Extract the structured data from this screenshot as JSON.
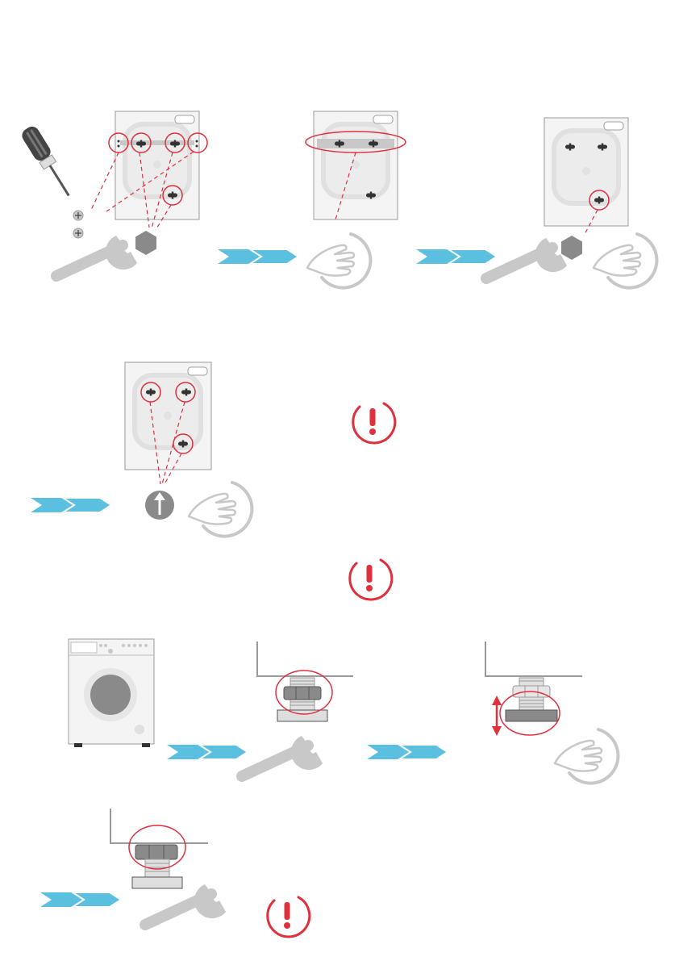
{
  "page": {
    "background": "#ffffff"
  },
  "colors": {
    "highlight_red": "#e0303d",
    "arrow_blue": "#5bbfe0",
    "arrow_white": "#ffffff",
    "tool_gray": "#c8c8c8",
    "panel_fill": "#f4f4f4",
    "panel_stroke": "#9a9a9a",
    "nut_dark": "#8a8a8a",
    "base_fill": "#dedede"
  },
  "icons": {
    "screwdriver": "screwdriver-icon",
    "screw": "screw-head-icon",
    "wrench": "wrench-icon",
    "hex_nut": "hex-nut-icon",
    "hand": "hand-icon",
    "direction_arrow": "double-chevron-arrow-icon",
    "warning": "warning-exclamation-icon",
    "push_up": "push-up-arrow-icon",
    "washing_machine": "washing-machine-icon",
    "adjustable_foot": "adjustable-foot-icon",
    "up_down_arrow": "up-down-arrow-icon"
  },
  "steps": [
    {
      "id": "remove-transport-bolts",
      "tools": [
        "screwdriver",
        "screw",
        "screw",
        "wrench",
        "hex_nut"
      ],
      "highlighted_points": 5
    },
    {
      "id": "remove-rear-bar",
      "tools": [
        "direction_arrow",
        "hand"
      ],
      "highlighted_points": 1
    },
    {
      "id": "remove-lower-bolt",
      "tools": [
        "direction_arrow",
        "wrench",
        "hex_nut",
        "hand"
      ],
      "highlighted_points": 1
    },
    {
      "id": "fit-cover-caps",
      "tools": [
        "direction_arrow",
        "push_up",
        "hand"
      ],
      "highlighted_points": 3
    },
    {
      "id": "loosen-lock-nut",
      "tools": [
        "direction_arrow",
        "wrench"
      ],
      "highlighted_points": 1
    },
    {
      "id": "adjust-foot-height",
      "tools": [
        "direction_arrow",
        "up_down_arrow",
        "hand"
      ],
      "highlighted_points": 1
    },
    {
      "id": "tighten-lock-nut",
      "tools": [
        "direction_arrow",
        "wrench"
      ],
      "highlighted_points": 1
    }
  ],
  "warnings": 3
}
